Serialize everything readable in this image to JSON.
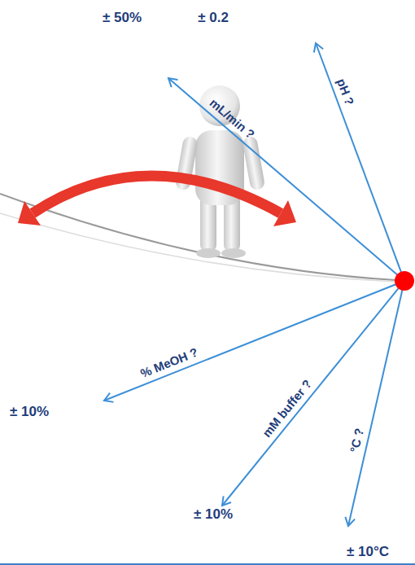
{
  "diagram": {
    "labels": [
      "± 50%",
      "± 0.2",
      "mL/min ?",
      "pH ?",
      "% MeOH ?",
      "± 10%",
      "mM buffer ?",
      "± 10%",
      "°C ?",
      "± 10°C"
    ]
  }
}
